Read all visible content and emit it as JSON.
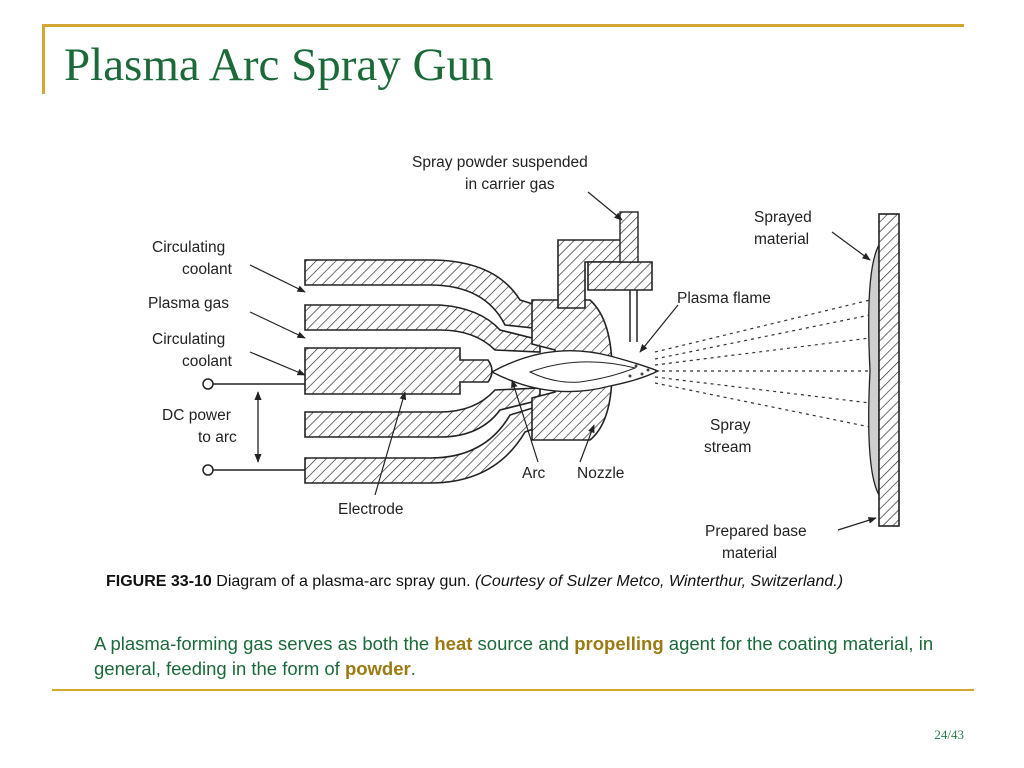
{
  "slide": {
    "title": "Plasma Arc Spray Gun",
    "page_number": "24/43"
  },
  "diagram": {
    "labels": {
      "spray_powder_line1": "Spray powder suspended",
      "spray_powder_line2": "in carrier gas",
      "sprayed_material_line1": "Sprayed",
      "sprayed_material_line2": "material",
      "circulating_coolant_top_line1": "Circulating",
      "circulating_coolant_top_line2": "coolant",
      "plasma_gas": "Plasma gas",
      "circulating_coolant_mid_line1": "Circulating",
      "circulating_coolant_mid_line2": "coolant",
      "plasma_flame": "Plasma flame",
      "dc_power_line1": "DC power",
      "dc_power_line2": "to arc",
      "spray_stream_line1": "Spray",
      "spray_stream_line2": "stream",
      "arc": "Arc",
      "nozzle": "Nozzle",
      "electrode": "Electrode",
      "prepared_base_line1": "Prepared base",
      "prepared_base_line2": "material"
    }
  },
  "caption": {
    "figure_number": "FIGURE 33-10",
    "description": " Diagram of a plasma-arc spray gun. ",
    "credit": "(Courtesy of Sulzer Metco, Winterthur, Switzerland.)"
  },
  "body": {
    "part1": "A plasma-forming gas serves as both the ",
    "highlight1": "heat",
    "part2": " source and ",
    "highlight2": "propelling",
    "part3": " agent for the coating material, in general, feeding in the form of ",
    "highlight3": "powder",
    "part4": "."
  },
  "colors": {
    "title_green": "#1c6a3a",
    "accent_gold": "#d4a733",
    "highlight_gold": "#9b7a12"
  }
}
